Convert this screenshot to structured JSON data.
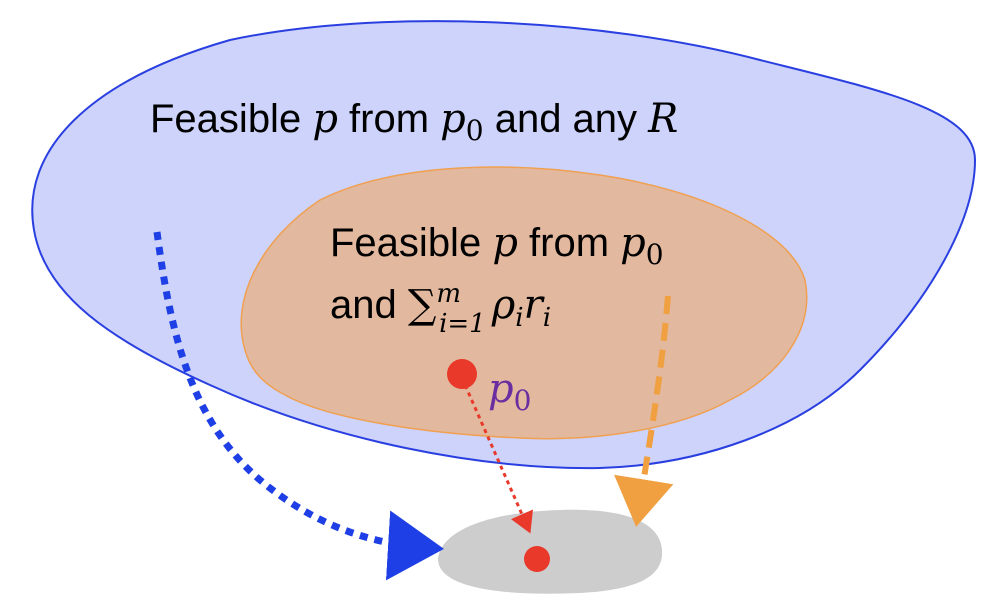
{
  "outer_region": {
    "text_prefix": "Feasible ",
    "var_p": "p",
    "text_from": " from ",
    "var_p0_base": "p",
    "var_p0_sub": "0",
    "text_and_any": " and any ",
    "var_R": "R",
    "fill_color": "#cdd3fb",
    "stroke_color": "#2a3fe0"
  },
  "inner_region": {
    "line1_prefix": "Feasible ",
    "line1_var_p": "p",
    "line1_from": " from ",
    "line1_p0_base": "p",
    "line1_p0_sub": "0",
    "line2_and": "and ",
    "line2_sum": "∑",
    "line2_sum_sup": "m",
    "line2_sum_sub": "i=1",
    "line2_rho": "ρ",
    "line2_rho_sub": "i",
    "line2_r": "r",
    "line2_r_sub": "i",
    "fill_color": "#e2b89f",
    "stroke_color": "#f0a050"
  },
  "point_p0": {
    "label_base": "p",
    "label_sub": "0",
    "dot_color": "#e8392a",
    "label_color": "#6a2ea0"
  },
  "target_region": {
    "fill_color": "#cdcdcd",
    "dot_color": "#e8392a"
  },
  "arrows": {
    "blue_color": "#1f3fe6",
    "orange_color": "#f0a040",
    "red_color": "#e8392a"
  }
}
